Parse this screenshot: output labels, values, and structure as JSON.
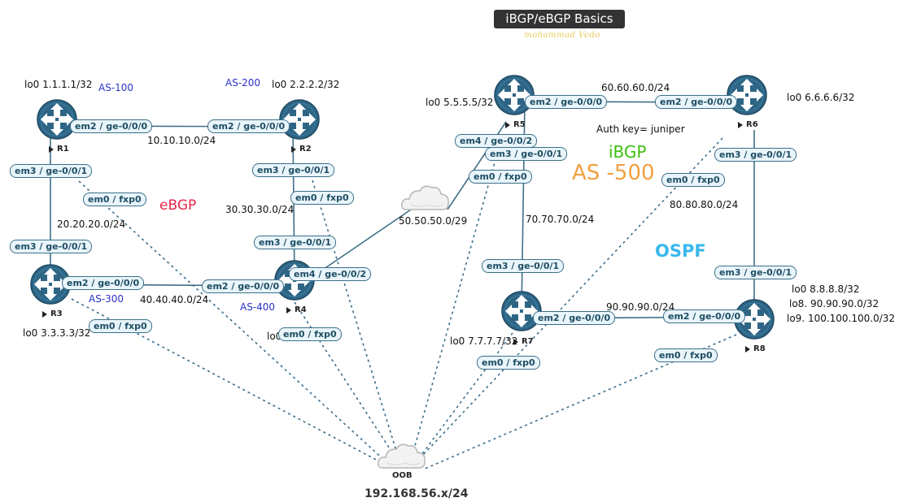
{
  "title": "iBGP/eBGP Basics",
  "signature": "mohammad Vedo",
  "colors": {
    "router": "#2e6585",
    "iface_border": "#3b6f88",
    "iface_fill": "#e9f5fb",
    "ebgp": "#e8264a",
    "ibgp": "#3cc010",
    "as500": "#f0a040",
    "ospf": "#3ab8ec",
    "as_label": "#2a32c8"
  },
  "routers": [
    {
      "id": "r1",
      "name": "R1",
      "icon": "router-icon"
    },
    {
      "id": "r2",
      "name": "R2",
      "icon": "router-icon"
    },
    {
      "id": "r3",
      "name": "R3",
      "icon": "router-icon"
    },
    {
      "id": "r4",
      "name": "R4",
      "icon": "router-icon"
    },
    {
      "id": "r5",
      "name": "R5",
      "icon": "router-icon"
    },
    {
      "id": "r6",
      "name": "R6",
      "icon": "router-icon"
    },
    {
      "id": "r7",
      "name": "R7",
      "icon": "router-icon"
    },
    {
      "id": "r8",
      "name": "R8",
      "icon": "router-icon"
    }
  ],
  "loopbacks": {
    "r1": "lo0 1.1.1.1/32",
    "r2": "lo0 2.2.2.2/32",
    "r3": "lo0 3.3.3.3/32",
    "r4": "lo0",
    "r5": "lo0 5.5.5.5/32",
    "r6": "lo0 6.6.6.6/32",
    "r7": "lo0 7.7.7.7/32",
    "r8_lines": [
      "lo0 8.8.8.8/32",
      "lo8. 90.90.90.0/32",
      "lo9. 100.100.100.0/32"
    ]
  },
  "as_labels": {
    "as100": "AS-100",
    "as200": "AS-200",
    "as300": "AS-300",
    "as400": "AS-400"
  },
  "networks": {
    "n10": "10.10.10.0/24",
    "n20": "20.20.20.0/24",
    "n30": "30.30.30.0/24",
    "n40": "40.40.40.0/24",
    "n50": "50.50.50.0/29",
    "n60": "60.60.60.0/24",
    "n70": "70.70.70.0/24",
    "n80": "80.80.80.0/24",
    "n90": "90.90.90.0/24"
  },
  "interfaces": {
    "r1_em2": "em2 / ge-0/0/0",
    "r1_em3": "em3 / ge-0/0/1",
    "r1_em0": "em0 / fxp0",
    "r2_em2": "em2 / ge-0/0/0",
    "r2_em3": "em3 / ge-0/0/1",
    "r2_em0": "em0 / fxp0",
    "r3_em3": "em3 / ge-0/0/1",
    "r3_em2": "em2 / ge-0/0/0",
    "r3_em0": "em0 / fxp0",
    "r4_em3": "em3 / ge-0/0/1",
    "r4_em2": "em2 / ge-0/0/0",
    "r4_em4": "em4 / ge-0/0/2",
    "r4_em0": "em0 / fxp0",
    "r5_em2": "em2 / ge-0/0/0",
    "r5_em4": "em4 / ge-0/0/2",
    "r5_em3": "em3 / ge-0/0/1",
    "r5_em0": "em0 / fxp0",
    "r6_em2": "em2 / ge-0/0/0",
    "r6_em3": "em3 / ge-0/0/1",
    "r6_em0": "em0 / fxp0",
    "r7_em3": "em3 / ge-0/0/1",
    "r7_em2": "em2 / ge-0/0/0",
    "r7_em0": "em0 / fxp0",
    "r8_em3": "em3 / ge-0/0/1",
    "r8_em2": "em2 / ge-0/0/0",
    "r8_em0": "em0 / fxp0"
  },
  "annotations": {
    "ebgp": "eBGP",
    "ibgp": "iBGP",
    "as500": "AS -500",
    "ospf": "OSPF",
    "auth": "Auth key= juniper"
  },
  "oob": {
    "label": "OOB",
    "subnet": "192.168.56.x/24",
    "icon": "cloud-icon"
  },
  "wan_cloud": {
    "icon": "cloud-icon"
  }
}
